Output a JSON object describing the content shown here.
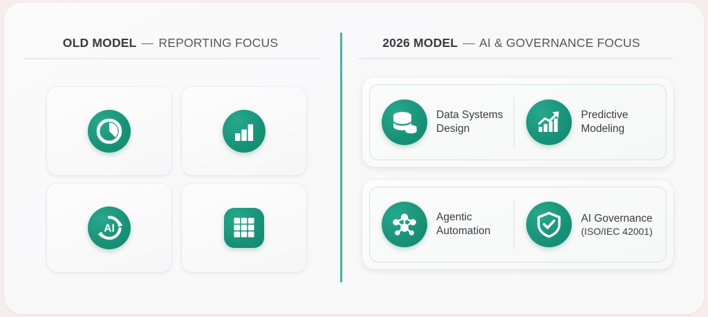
{
  "theme": {
    "accent": "#189178",
    "accent_light": "#3fb3a8",
    "page_bg": "#f7edee",
    "card_bg": "#fafafb",
    "text": "#3c3c42"
  },
  "left_panel": {
    "heading": {
      "strong": "OLD MODEL",
      "dash": "—",
      "rest": "REPORTING FOCUS"
    },
    "tiles": [
      {
        "icon": "pie-chart-icon",
        "name": "tile-pie-chart"
      },
      {
        "icon": "bar-chart-icon",
        "name": "tile-bar-chart"
      },
      {
        "icon": "ai-refresh-icon",
        "name": "tile-ai-refresh"
      },
      {
        "icon": "spreadsheet-grid-icon",
        "name": "tile-spreadsheet"
      }
    ]
  },
  "right_panel": {
    "heading": {
      "strong": "2026 MODEL",
      "dash": "—",
      "rest": "AI & GOVERNANCE FOCUS"
    },
    "cards": [
      {
        "items": [
          {
            "icon": "database-icon",
            "label": "Data Systems\nDesign",
            "sub": ""
          },
          {
            "icon": "trending-up-chart-icon",
            "label": "Predictive\nModeling",
            "sub": ""
          }
        ]
      },
      {
        "items": [
          {
            "icon": "network-nodes-icon",
            "label": "Agentic\nAutomation",
            "sub": ""
          },
          {
            "icon": "shield-check-icon",
            "label": "AI Governance",
            "sub": "(ISO/IEC 42001)"
          }
        ]
      }
    ]
  }
}
